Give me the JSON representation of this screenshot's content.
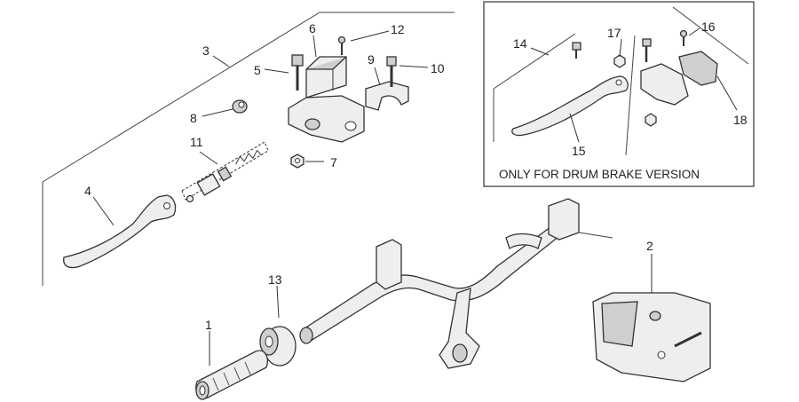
{
  "callouts": {
    "c1": "1",
    "c2": "2",
    "c3": "3",
    "c4": "4",
    "c5": "5",
    "c6": "6",
    "c7": "7",
    "c8": "8",
    "c9": "9",
    "c10": "10",
    "c11": "11",
    "c12": "12",
    "c13": "13",
    "c14": "14",
    "c15": "15",
    "c16": "16",
    "c17": "17",
    "c18": "18"
  },
  "inset": {
    "note": "ONLY FOR DRUM BRAKE VERSION"
  }
}
